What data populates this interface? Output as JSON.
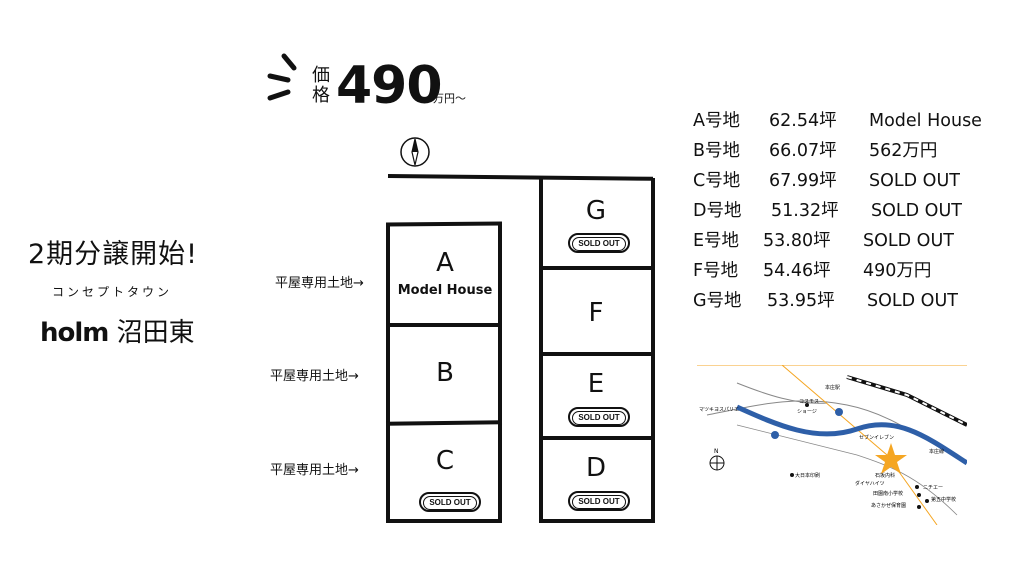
{
  "headline": "2期分譲開始!",
  "concept": "コンセプトタウン",
  "brand": {
    "logo": "holm",
    "name": "沼田東"
  },
  "price": {
    "label": "価格",
    "label_top": "価",
    "label_bottom": "格",
    "value": "490",
    "unit": "万円〜"
  },
  "plots": [
    {
      "id": "A",
      "letter": "A",
      "note": "Model House"
    },
    {
      "id": "B",
      "letter": "B"
    },
    {
      "id": "C",
      "letter": "C",
      "badge": "SOLD OUT"
    },
    {
      "id": "D",
      "letter": "D",
      "badge": "SOLD OUT"
    },
    {
      "id": "E",
      "letter": "E",
      "badge": "SOLD OUT"
    },
    {
      "id": "F",
      "letter": "F"
    },
    {
      "id": "G",
      "letter": "G",
      "badge": "SOLD OUT"
    }
  ],
  "flat_label": "平屋専用土地→",
  "lots": [
    {
      "name": "A号地",
      "area": "62.54坪",
      "status": "Model House"
    },
    {
      "name": "B号地",
      "area": "66.07坪",
      "status": "562万円"
    },
    {
      "name": "C号地",
      "area": "67.99坪",
      "status": "SOLD OUT"
    },
    {
      "name": "D号地",
      "area": "51.32坪",
      "status": "SOLD OUT"
    },
    {
      "name": "E号地",
      "area": "53.80坪",
      "status": "SOLD OUT"
    },
    {
      "name": "F号地",
      "area": "54.46坪",
      "status": "490万円"
    },
    {
      "name": "G号地",
      "area": "53.95坪",
      "status": "SOLD OUT"
    }
  ],
  "map": {
    "labels": [
      "本庄駅",
      "コスモス",
      "ショージ",
      "マツキヨスパリエ",
      "セブンイレブン",
      "大日本印刷",
      "ダイヤハイツ",
      "石坂内科",
      "ニチエー",
      "田園南小学校",
      "第五中学校",
      "あさかぜ保育園",
      "本庄線"
    ],
    "compass": "N",
    "accent": "#f5a623"
  },
  "colors": {
    "ink": "#111111",
    "star": "#f5a623",
    "river": "#2e5fa8"
  }
}
